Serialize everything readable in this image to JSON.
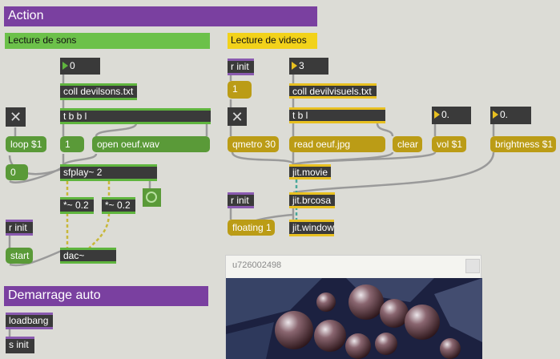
{
  "headers": {
    "action": "Action",
    "sounds": "Lecture de sons",
    "videos": "Lecture de videos",
    "auto": "Demarrage auto"
  },
  "sound_patch": {
    "number_in": "0",
    "coll": "coll devilsons.txt",
    "trigger": "t b b l",
    "toggle": "✕",
    "loop_msg": "loop $1",
    "one_msg": "1",
    "open_msg": "open oeuf.wav",
    "zero_msg": "0",
    "sfplay": "sfplay~ 2",
    "gain_left": "*~ 0.2",
    "gain_right": "*~ 0.2",
    "r_init": "r init",
    "start_msg": "start",
    "dac": "dac~"
  },
  "video_patch": {
    "r_init_top": "r init",
    "one_msg": "1",
    "toggle": "✕",
    "qmetro": "qmetro 30",
    "number_in": "3",
    "coll": "coll devilvisuels.txt",
    "trigger": "t b l",
    "read_msg": "read oeuf.jpg",
    "clear_msg": "clear",
    "vol_number": "0.",
    "vol_msg": "vol $1",
    "brightness_number": "0.",
    "brightness_msg": "brightness $1",
    "movie": "jit.movie",
    "brcosa": "jit.brcosa",
    "r_init_bottom": "r init",
    "floating_msg": "floating 1",
    "window": "jit.window",
    "window_title": "u726002498"
  },
  "auto_patch": {
    "loadbang": "loadbang",
    "send_init": "s init"
  },
  "colors": {
    "header_purple": "#7a40a0",
    "sounds_green": "#6cc14a",
    "videos_yellow": "#f2d21a",
    "message_green": "#5a9a38",
    "message_yellow": "#bb9c16",
    "object_dark": "#3a3a3a"
  }
}
